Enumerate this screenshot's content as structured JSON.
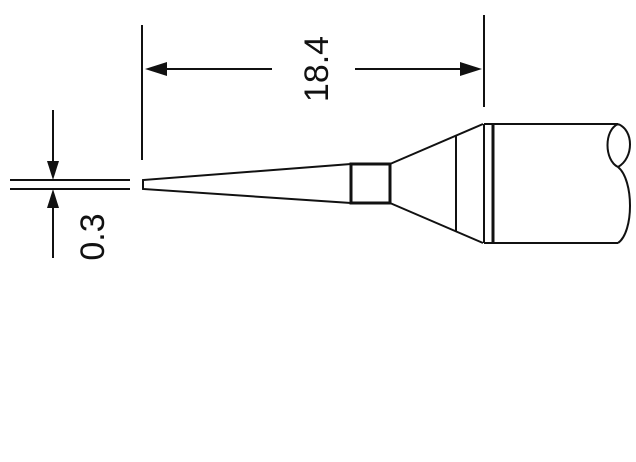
{
  "drawing": {
    "subject": "soldering tip profile",
    "dimensions": {
      "length": {
        "value": "18.4",
        "orientation": "vertical-text"
      },
      "tip_width": {
        "value": "0.3",
        "orientation": "vertical-text"
      }
    },
    "colors": {
      "line": "#111111",
      "background": "#ffffff"
    }
  }
}
